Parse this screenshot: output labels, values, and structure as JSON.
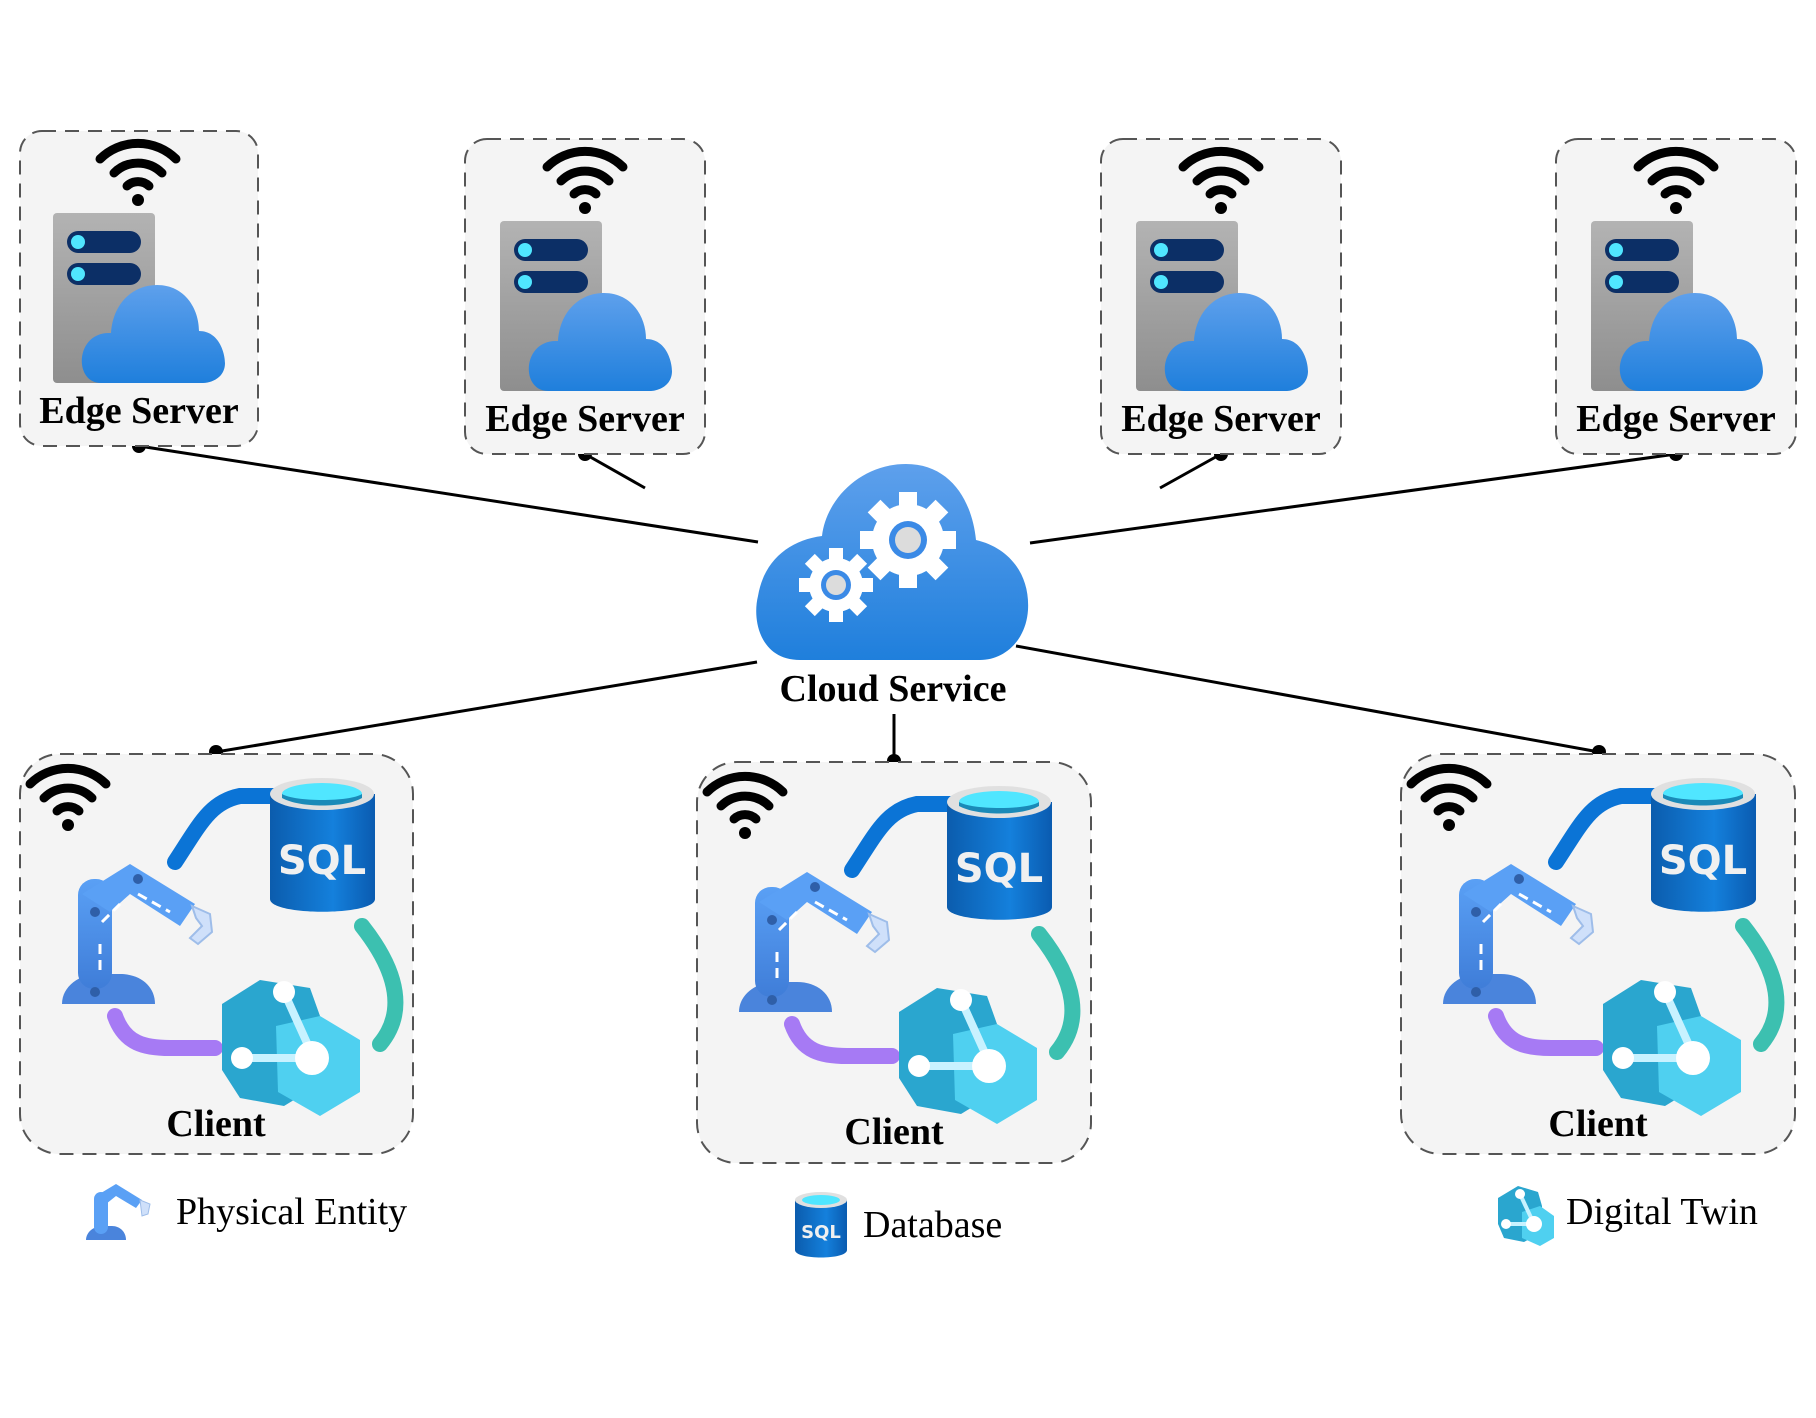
{
  "diagram": {
    "cloud": {
      "label": "Cloud Service"
    },
    "edge_servers": [
      {
        "label": "Edge Server"
      },
      {
        "label": "Edge Server"
      },
      {
        "label": "Edge Server"
      },
      {
        "label": "Edge Server"
      }
    ],
    "clients": [
      {
        "label": "Client",
        "db_text": "SQL"
      },
      {
        "label": "Client",
        "db_text": "SQL"
      },
      {
        "label": "Client",
        "db_text": "SQL"
      }
    ],
    "legend": [
      {
        "icon": "robot-arm-icon",
        "label": "Physical Entity"
      },
      {
        "icon": "sql-database-icon",
        "label": "Database",
        "icon_text": "SQL"
      },
      {
        "icon": "digital-twin-icon",
        "label": "Digital Twin"
      }
    ],
    "colors": {
      "box_fill": "#f4f4f4",
      "box_border": "#555555",
      "cloud_blue": "#3b8ae6",
      "server_gray": "#a6a6a6",
      "server_slot": "#0c2f66",
      "slot_light": "#50e6ff",
      "sql_blue": "#0a62be",
      "robot_blue": "#4a8ae6",
      "twin_cyan": "#32b8dc",
      "arc_purple": "#a67af4",
      "arc_teal": "#3cc0b0",
      "line": "#000000"
    }
  }
}
